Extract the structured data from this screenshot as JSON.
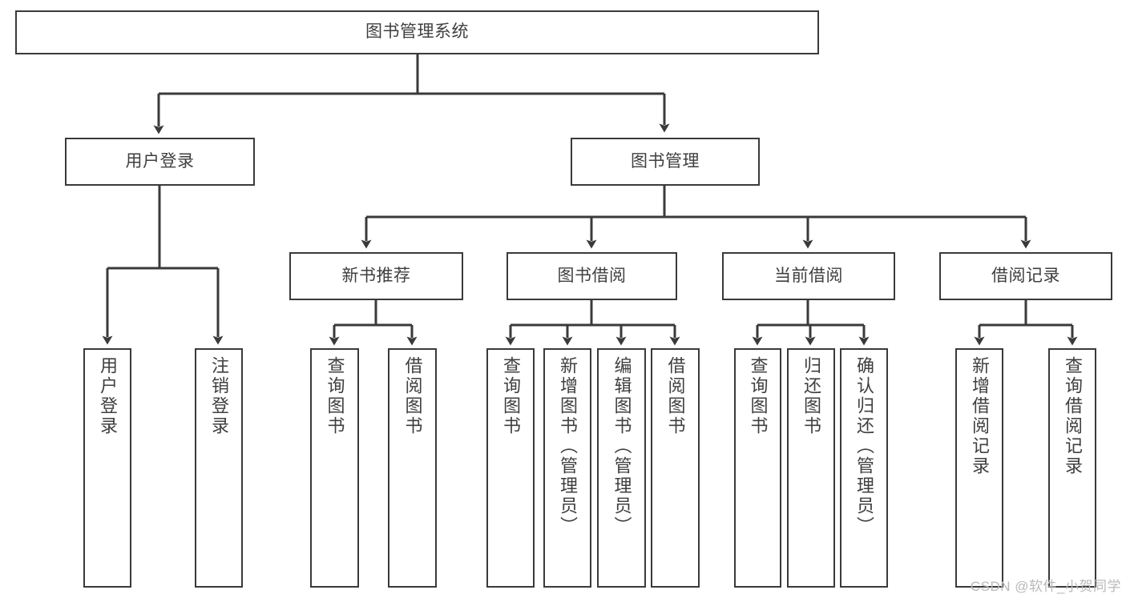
{
  "diagram": {
    "title": "图书管理系统",
    "type": "hierarchy-tree",
    "line_color": "#3a3a3a",
    "text_color": "#3f3f3f",
    "background": "#ffffff",
    "levels": {
      "root": {
        "label": "图书管理系统"
      },
      "level2": [
        {
          "label": "用户登录"
        },
        {
          "label": "图书管理"
        }
      ],
      "level3": [
        {
          "label": "新书推荐"
        },
        {
          "label": "图书借阅"
        },
        {
          "label": "当前借阅"
        },
        {
          "label": "借阅记录"
        }
      ],
      "leaves": [
        {
          "label": "用户登录",
          "parent": "用户登录"
        },
        {
          "label": "注销登录",
          "parent": "用户登录"
        },
        {
          "label": "查询图书",
          "parent": "新书推荐"
        },
        {
          "label": "借阅图书",
          "parent": "新书推荐"
        },
        {
          "label": "查询图书",
          "parent": "图书借阅"
        },
        {
          "label": "新增图书（管理员）",
          "parent": "图书借阅"
        },
        {
          "label": "编辑图书（管理员）",
          "parent": "图书借阅"
        },
        {
          "label": "借阅图书",
          "parent": "图书借阅"
        },
        {
          "label": "查询图书",
          "parent": "当前借阅"
        },
        {
          "label": "归还图书",
          "parent": "当前借阅"
        },
        {
          "label": "确认归还（管理员）",
          "parent": "当前借阅"
        },
        {
          "label": "新增借阅记录",
          "parent": "借阅记录"
        },
        {
          "label": "查询借阅记录",
          "parent": "借阅记录"
        }
      ]
    }
  },
  "watermark": {
    "text": "CSDN @软件_小贺同学"
  }
}
